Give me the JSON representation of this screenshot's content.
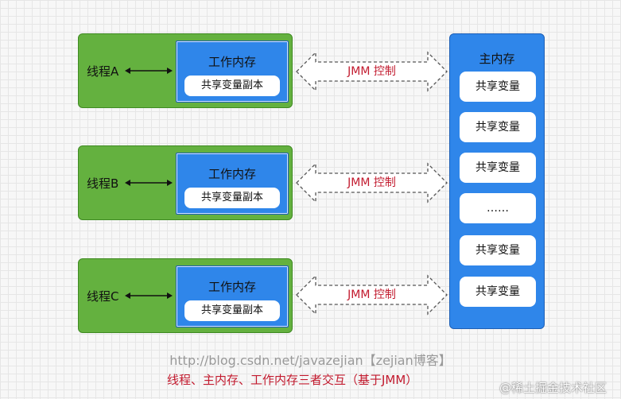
{
  "threads": [
    {
      "label": "线程A",
      "memory_title": "工作内存",
      "copy_label": "共享变量副本",
      "link_label": "JMM 控制"
    },
    {
      "label": "线程B",
      "memory_title": "工作内存",
      "copy_label": "共享变量副本",
      "link_label": "JMM 控制"
    },
    {
      "label": "线程C",
      "memory_title": "工作内存",
      "copy_label": "共享变量副本",
      "link_label": "JMM 控制"
    }
  ],
  "main_memory": {
    "title": "主内存",
    "items": [
      "共享变量",
      "共享变量",
      "共享变量",
      "……",
      "共享变量",
      "共享变量"
    ]
  },
  "footer": {
    "url": "http://blog.csdn.net/javazejian【zejian博客】",
    "caption": "线程、主内存、工作内存三者交互（基于JMM）",
    "watermark": "@稀土掘金技术社区"
  },
  "colors": {
    "thread_green": "#64b13f",
    "memory_blue": "#2f86ea",
    "jmm_red": "#c21a2e"
  }
}
